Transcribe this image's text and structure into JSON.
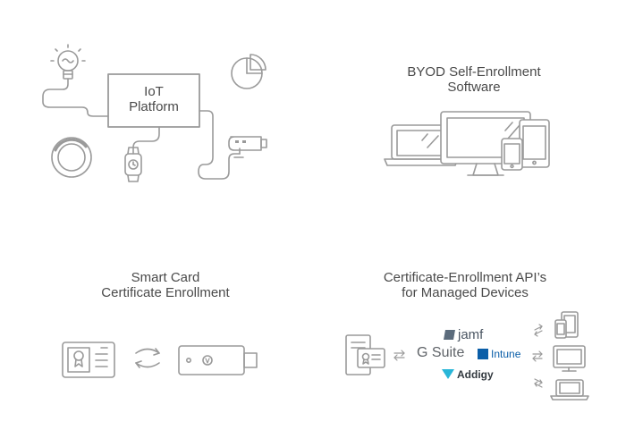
{
  "iot": {
    "label_line1": "IoT",
    "label_line2": "Platform"
  },
  "byod": {
    "title_line1": "BYOD Self-Enrollment",
    "title_line2": "Software"
  },
  "smartcard": {
    "title_line1": "Smart Card",
    "title_line2": "Certificate Enrollment"
  },
  "api": {
    "title_line1": "Certificate-Enrollment API’s",
    "title_line2": "for Managed Devices",
    "brands": {
      "jamf": "jamf",
      "gsuite": "G Suite",
      "intune": "Intune",
      "addigy": "Addigy"
    }
  },
  "colors": {
    "line": "#9a9a9a",
    "text": "#4a4a4a",
    "intune": "#0a5ea8",
    "google_blue": "#4285f4",
    "addigy": "#29b6d8"
  }
}
